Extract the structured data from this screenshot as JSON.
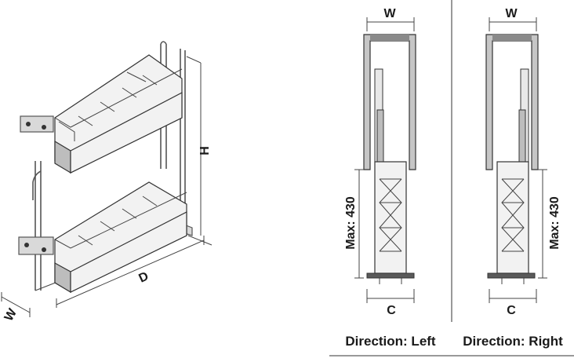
{
  "dimensions": {
    "iso_width": "W",
    "iso_height": "H",
    "iso_depth": "D",
    "left_width": "W",
    "left_max": "Max: 430",
    "left_c": "C",
    "right_width": "W",
    "right_max": "Max: 430",
    "right_c": "C"
  },
  "captions": {
    "left": "Direction: Left",
    "right": "Direction: Right"
  },
  "colors": {
    "line": "#333333",
    "cabinet_fill": "#bfbfbf",
    "basket_fill": "#f2f2f2",
    "base_fill": "#5a5a5a"
  }
}
